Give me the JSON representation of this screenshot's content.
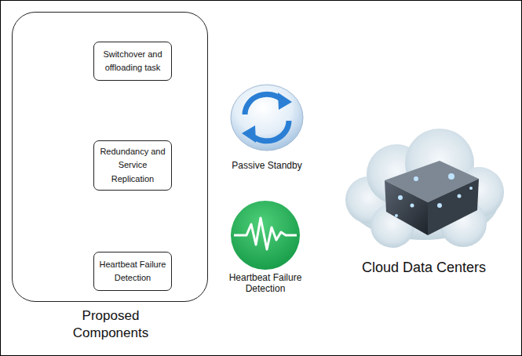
{
  "diagram": {
    "nodes": [
      {
        "text": [
          "Proposed Components"
        ]
      },
      {
        "text": [
          "Switchover and offloading task"
        ],
        "in": 0
      },
      {
        "text": [
          "Redundancy and Service Replication"
        ],
        "in": 0
      },
      {
        "text": [
          "Heartbeat Failure Detection"
        ],
        "in": 0
      }
    ],
    "labels": [
      "Passive Standby",
      "Heartbeat Failure Detection",
      "Cloud Data Centers"
    ]
  }
}
